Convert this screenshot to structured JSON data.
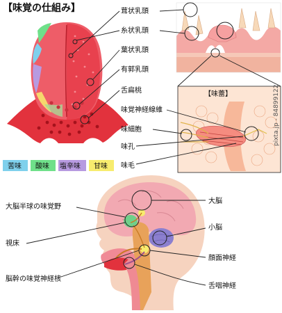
{
  "title": "【味覚の仕組み】",
  "tongue_labels": {
    "fungiform": "茸状乳頭",
    "filiform": "糸状乳頭",
    "foliate": "葉状乳頭",
    "circumvallate": "有郭乳頭",
    "tonsil": "舌扁桃"
  },
  "bud_section": {
    "header": "【味蕾】",
    "nerve_fiber": "味覚神経線維",
    "taste_cell": "味細胞",
    "taste_pore": "味孔",
    "taste_hair": "味毛"
  },
  "legend": [
    {
      "label": "苦味",
      "color": "#7fd0ec"
    },
    {
      "label": "酸味",
      "color": "#6fe08a"
    },
    {
      "label": "塩辛味",
      "color": "#b79ae0"
    },
    {
      "label": "甘味",
      "color": "#f7ec6e"
    }
  ],
  "brain_labels": {
    "cerebrum": "大脳",
    "gustatory_cortex": "大脳半球の味覚野",
    "cerebellum": "小脳",
    "thalamus": "視床",
    "facial_nerve": "顔面神経",
    "brainstem_nucleus": "脳幹の味覚神経核",
    "glossopharyngeal": "舌咽神経"
  },
  "watermark": "pixta.jp - 84899122",
  "colors": {
    "tongue": "#ee5d68",
    "tongue_dark": "#c8303c",
    "skin": "#f6d3bf",
    "brain": "#f2a9b2",
    "nerve": "#c97a25"
  }
}
